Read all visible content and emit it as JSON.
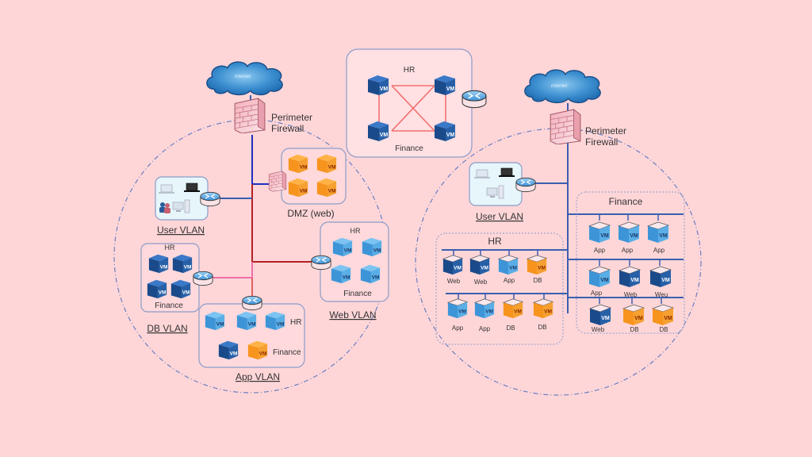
{
  "colors": {
    "background": "#ffd6d8",
    "vm_dark_blue": "#1f4e8c",
    "vm_light_blue": "#4aa3e0",
    "vm_orange": "#f7941d",
    "link_blue": "#1f2fbf",
    "link_red": "#b22222",
    "link_pink": "#ee6fa8",
    "link_salmon": "#e06060",
    "bus_blue": "#3a5fb0",
    "mesh_line": "#f07070"
  },
  "top_center": {
    "group_top_label": "HR",
    "group_bottom_label": "Finance",
    "vm_label": "VM"
  },
  "left": {
    "internet_label": "Internet",
    "firewall_label_line1": "Perimeter",
    "firewall_label_line2": "Firewall",
    "dmz_label": "DMZ (web)",
    "user_vlan_label": "User VLAN",
    "db_vlan_label": "DB VLAN",
    "db_vlan_top": "HR",
    "db_vlan_bottom": "Finance",
    "web_vlan_label": "Web VLAN",
    "web_vlan_top": "HR",
    "web_vlan_bottom": "Finance",
    "app_vlan_label": "App VLAN",
    "app_vlan_hr": "HR",
    "app_vlan_finance": "Finance"
  },
  "right": {
    "internet_label": "Internet",
    "firewall_label_line1": "Perimeter",
    "firewall_label_line2": "Firewall",
    "user_vlan_label": "User VLAN",
    "hr_group": {
      "title": "HR",
      "row1": [
        "Web",
        "Web",
        "App",
        "DB"
      ],
      "row2": [
        "App",
        "App",
        "DB",
        "DB"
      ]
    },
    "finance_group": {
      "title": "Finance",
      "row1": [
        "App",
        "App",
        "App"
      ],
      "row2": [
        "App",
        "Web",
        "Weu"
      ],
      "row3": [
        "Web",
        "DB",
        "DB"
      ]
    }
  }
}
